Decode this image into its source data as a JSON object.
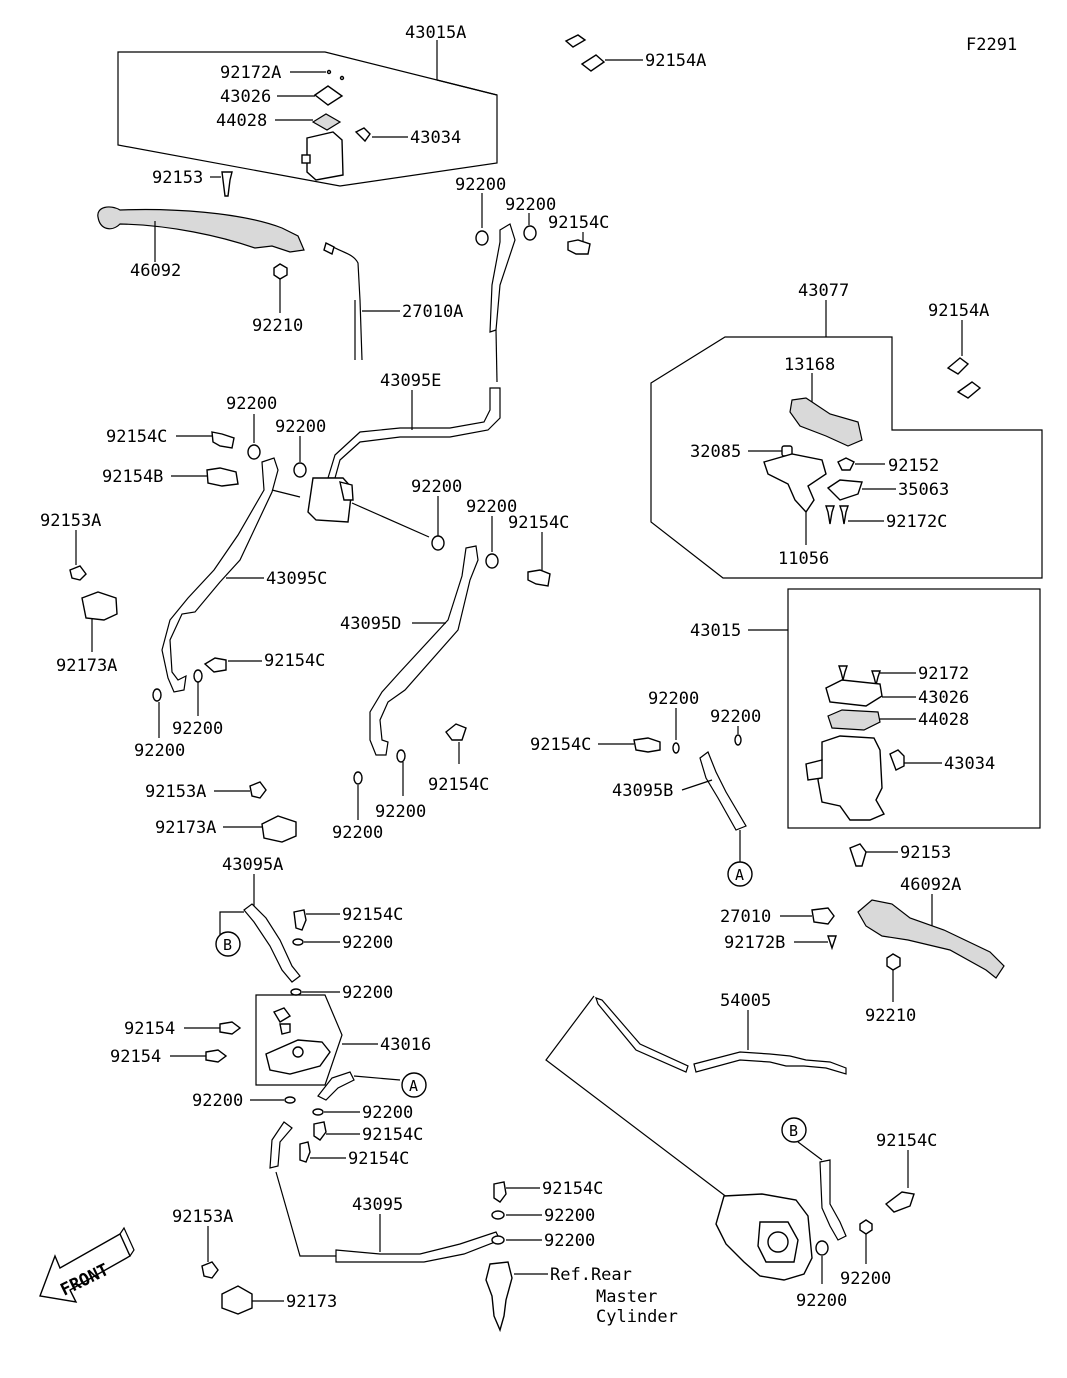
{
  "figure_code": "F2291",
  "front_label": "FRONT",
  "callouts": {
    "A": "A",
    "B": "B"
  },
  "parts": {
    "p_43015A": "43015A",
    "p_92172A": "92172A",
    "p_43026_a": "43026",
    "p_44028_a": "44028",
    "p_43034_a": "43034",
    "p_92154A_1": "92154A",
    "p_92153_a": "92153",
    "p_46092": "46092",
    "p_92210_a": "92210",
    "p_27010A": "27010A",
    "p_92200_1": "92200",
    "p_92200_2": "92200",
    "p_92154C_1": "92154C",
    "p_43095E": "43095E",
    "p_92200_3": "92200",
    "p_92154C_2": "92154C",
    "p_92200_4": "92200",
    "p_92154B": "92154B",
    "p_92200_5": "92200",
    "p_92200_6": "92200",
    "p_92154C_3": "92154C",
    "p_92153A_1": "92153A",
    "p_43095C": "43095C",
    "p_92173A_1": "92173A",
    "p_92154C_4": "92154C",
    "p_92200_7": "92200",
    "p_92200_8": "92200",
    "p_43095D": "43095D",
    "p_92200_9": "92200",
    "p_92154C_5": "92154C",
    "p_92200_10": "92200",
    "p_92153A_2": "92153A",
    "p_92173A_2": "92173A",
    "p_43077": "43077",
    "p_92154A_2": "92154A",
    "p_13168": "13168",
    "p_32085": "32085",
    "p_92152": "92152",
    "p_35063": "35063",
    "p_92172C": "92172C",
    "p_11056": "11056",
    "p_43015": "43015",
    "p_92172": "92172",
    "p_43026_b": "43026",
    "p_44028_b": "44028",
    "p_43034_b": "43034",
    "p_92200_11": "92200",
    "p_92200_12": "92200",
    "p_92154C_6": "92154C",
    "p_43095B": "43095B",
    "p_92153_b": "92153",
    "p_46092A": "46092A",
    "p_27010": "27010",
    "p_92172B": "92172B",
    "p_92210_b": "92210",
    "p_43095A": "43095A",
    "p_92154C_7": "92154C",
    "p_92200_13": "92200",
    "p_92200_14": "92200",
    "p_92154_1": "92154",
    "p_92154_2": "92154",
    "p_43016": "43016",
    "p_92200_15": "92200",
    "p_92200_16": "92200",
    "p_92154C_8": "92154C",
    "p_92154C_9": "92154C",
    "p_54005": "54005",
    "p_92154C_10": "92154C",
    "p_92200_17": "92200",
    "p_92200_18": "92200",
    "p_43095": "43095",
    "p_92154C_11": "92154C",
    "p_92200_19": "92200",
    "p_92200_20": "92200",
    "p_92153A_3": "92153A",
    "p_92173": "92173"
  },
  "reference_note": {
    "line1": "Ref.Rear",
    "line2": "Master",
    "line3": "Cylinder"
  }
}
